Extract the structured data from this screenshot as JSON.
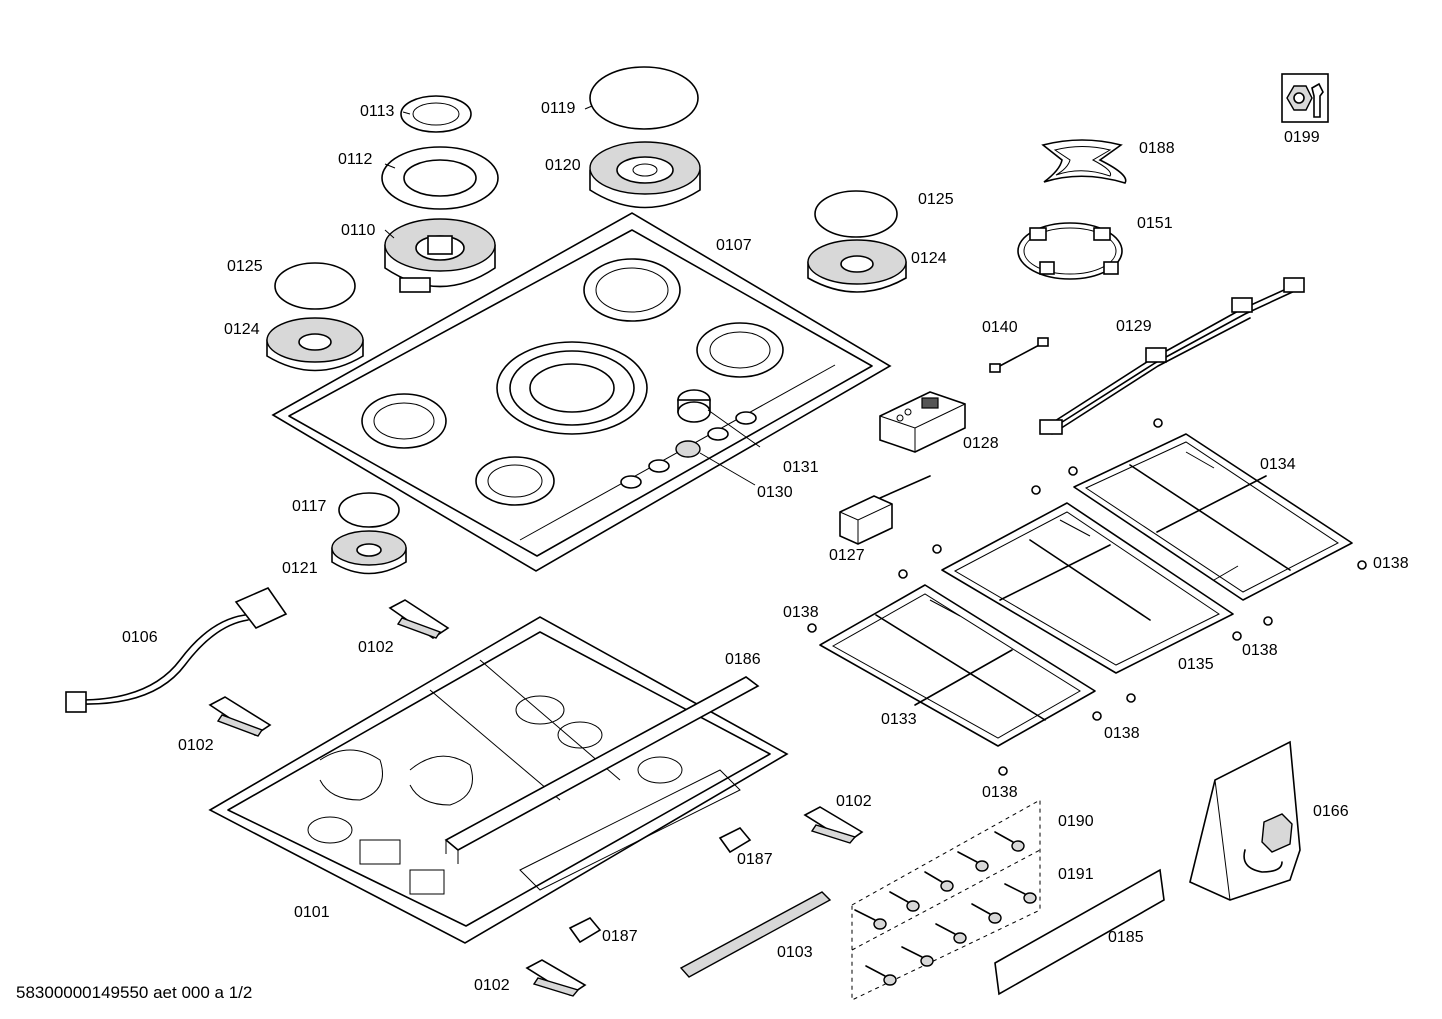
{
  "diagram": {
    "footer": "58300000149550 aet 000 a 1/2",
    "parts": {
      "p0101": "0101",
      "p0102a": "0102",
      "p0102b": "0102",
      "p0102c": "0102",
      "p0102d": "0102",
      "p0103": "0103",
      "p0106": "0106",
      "p0107": "0107",
      "p0110": "0110",
      "p0112": "0112",
      "p0113": "0113",
      "p0117": "0117",
      "p0119": "0119",
      "p0120": "0120",
      "p0121": "0121",
      "p0124a": "0124",
      "p0124b": "0124",
      "p0125a": "0125",
      "p0125b": "0125",
      "p0127": "0127",
      "p0128": "0128",
      "p0129": "0129",
      "p0130": "0130",
      "p0131": "0131",
      "p0133": "0133",
      "p0134": "0134",
      "p0135": "0135",
      "p0138a": "0138",
      "p0138b": "0138",
      "p0138c": "0138",
      "p0138d": "0138",
      "p0138e": "0138",
      "p0140": "0140",
      "p0151": "0151",
      "p0166": "0166",
      "p0185": "0185",
      "p0186": "0186",
      "p0187a": "0187",
      "p0187b": "0187",
      "p0188": "0188",
      "p0190": "0190",
      "p0191": "0191",
      "p0199": "0199"
    },
    "icons": {
      "service-icon": "nut-and-wrench-icon"
    }
  }
}
